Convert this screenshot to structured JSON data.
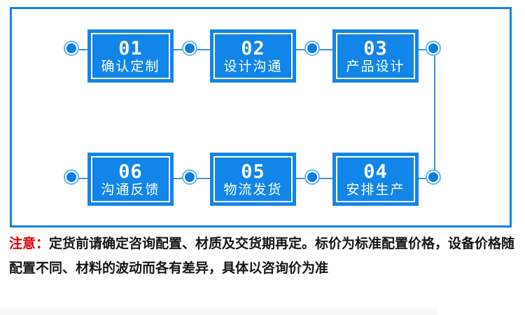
{
  "flow": {
    "steps": [
      {
        "number": "01",
        "label": "确认定制"
      },
      {
        "number": "02",
        "label": "设计沟通"
      },
      {
        "number": "03",
        "label": "产品设计"
      },
      {
        "number": "04",
        "label": "安排生产"
      },
      {
        "number": "05",
        "label": "物流发货"
      },
      {
        "number": "06",
        "label": "沟通反馈"
      }
    ],
    "top_row_order": [
      "01",
      "02",
      "03"
    ],
    "bottom_row_order": [
      "06",
      "05",
      "04"
    ],
    "colors": {
      "box_fill": "#1285e8",
      "frame_border": "#1482e8",
      "connector_line": "#3f92dd",
      "node_ring": "#63b8f3",
      "node_dot": "#0e7fe0",
      "note_prefix": "#dd0000"
    }
  },
  "note": {
    "prefix": "注意：",
    "lines": [
      "定货前请确定咨询配置、材质及交货期再定。标价为标准配置价格，设备价格随",
      "配置不同、材料的波动而各有差异，具体以咨询价为准"
    ]
  }
}
